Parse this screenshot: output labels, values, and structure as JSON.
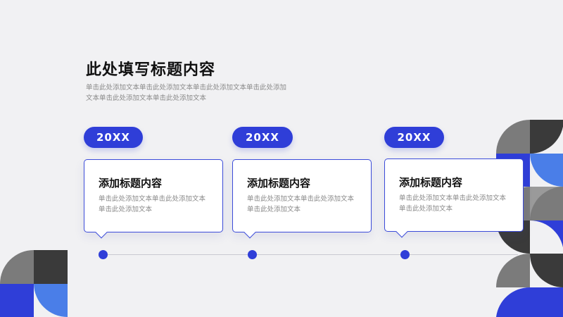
{
  "slide": {
    "title": "此处填写标题内容",
    "subtitle": "单击此处添加文本单击此处添加文本单击此处添加文本单击此处添加文本单击此处添加文本单击此处添加文本",
    "colors": {
      "accent_blue": "#2f3ed8",
      "light_blue": "#4a7ee8",
      "dark_gray": "#3a3a3a",
      "mid_gray": "#7b7b7b",
      "background": "#f1f1f3"
    }
  },
  "timeline": [
    {
      "year": "20XX",
      "heading": "添加标题内容",
      "text": "单击此处添加文本单击此处添加文本单击此处添加文本"
    },
    {
      "year": "20XX",
      "heading": "添加标题内容",
      "text": "单击此处添加文本单击此处添加文本单击此处添加文本"
    },
    {
      "year": "20XX",
      "heading": "添加标题内容",
      "text": "单击此处添加文本单击此处添加文本单击此处添加文本"
    }
  ]
}
